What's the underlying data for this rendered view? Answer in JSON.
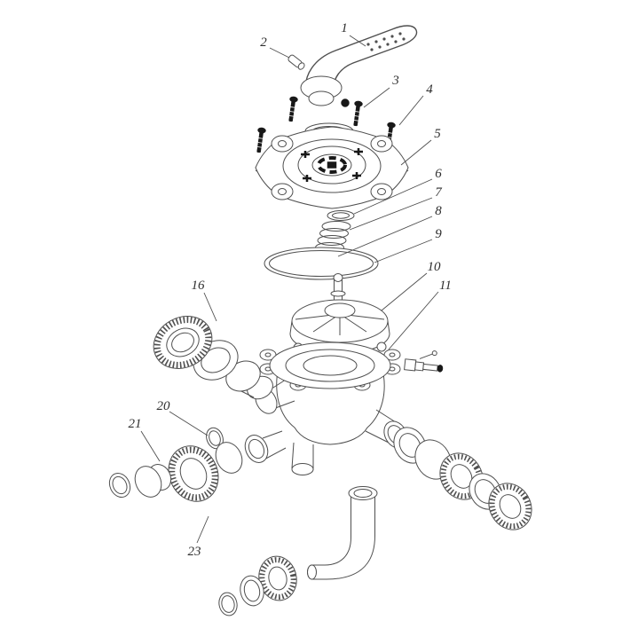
{
  "figure": {
    "type": "exploded-parts-diagram",
    "subject": "multiport-valve-assembly",
    "colors": {
      "bg": "#ffffff",
      "line": "#4f4f4f",
      "dark": "#181818",
      "label": "#2f2f2f"
    },
    "labels": [
      {
        "text": "1"
      },
      {
        "text": "2"
      },
      {
        "text": "3"
      },
      {
        "text": "4"
      },
      {
        "text": "5"
      },
      {
        "text": "6"
      },
      {
        "text": "7"
      },
      {
        "text": "8"
      },
      {
        "text": "9"
      },
      {
        "text": "10"
      },
      {
        "text": "11"
      },
      {
        "text": "16"
      },
      {
        "text": "20"
      },
      {
        "text": "21"
      },
      {
        "text": "23"
      }
    ]
  }
}
